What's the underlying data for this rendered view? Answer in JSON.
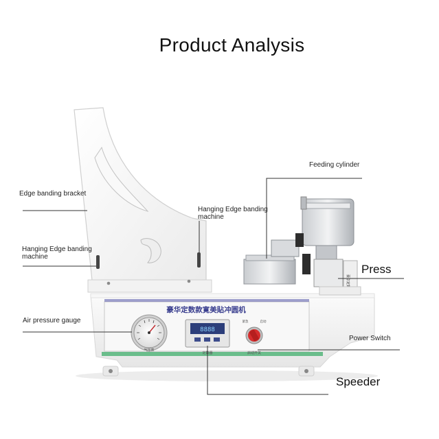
{
  "title": "Product Analysis",
  "labels": {
    "edge_banding_bracket": "Edge banding bracket",
    "hanging_left": "Hanging Edge banding machine",
    "hanging_right": "Hanging Edge banding machine",
    "air_pressure_gauge": "Air pressure gauge",
    "feeding_cylinder": "Feeding cylinder",
    "press": "Press",
    "power_switch": "Power Switch",
    "speeder": "Speeder"
  },
  "machine_text": {
    "nameplate": "豪华定数款寛美貼冲圆机",
    "gauge_caption": "气压表",
    "speeder_caption": "定数器",
    "switch_caption": "启动开关",
    "switch_top_left": "紧急",
    "switch_top_right": "启动",
    "side_stamp": "豪华定数"
  },
  "colors": {
    "machine_body": "#f4f4f4",
    "accent_green": "#3fae6b",
    "display_blue": "#2c3e7a",
    "switch_red": "#d62d2d",
    "bracket": "#f7f7f7"
  }
}
